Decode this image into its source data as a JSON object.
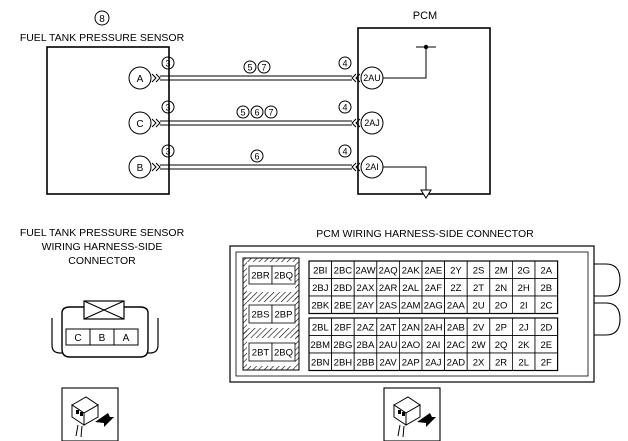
{
  "sensor": {
    "ref": "8",
    "title": "FUEL TANK PRESSURE SENSOR",
    "pins": [
      "A",
      "C",
      "B"
    ]
  },
  "pcm": {
    "title": "PCM",
    "pins": [
      "2AU",
      "2AJ",
      "2AI"
    ]
  },
  "wires": [
    {
      "left_ref": "3",
      "right_ref": "4",
      "mid_refs": [
        "5",
        "7"
      ]
    },
    {
      "left_ref": "3",
      "right_ref": "4",
      "mid_refs": [
        "5",
        "6",
        "7"
      ]
    },
    {
      "left_ref": "3",
      "right_ref": "4",
      "mid_refs": [
        "6"
      ]
    }
  ],
  "sensor_connector": {
    "title_lines": [
      "FUEL TANK PRESSURE SENSOR",
      "WIRING HARNESS-SIDE",
      "CONNECTOR"
    ],
    "pins": [
      "C",
      "B",
      "A"
    ]
  },
  "pcm_connector": {
    "title": "PCM WIRING HARNESS-SIDE CONNECTOR",
    "left_block": [
      [
        "2BR",
        "2BQ"
      ],
      [
        "2BS",
        "2BP"
      ],
      [
        "2BT",
        "2BQ"
      ]
    ],
    "grid": [
      [
        "2BI",
        "2BC",
        "2AW",
        "2AQ",
        "2AK",
        "2AE",
        "2Y",
        "2S",
        "2M",
        "2G",
        "2A"
      ],
      [
        "2BJ",
        "2BD",
        "2AX",
        "2AR",
        "2AL",
        "2AF",
        "2Z",
        "2T",
        "2N",
        "2H",
        "2B"
      ],
      [
        "2BK",
        "2BE",
        "2AY",
        "2AS",
        "2AM",
        "2AG",
        "2AA",
        "2U",
        "2O",
        "2I",
        "2C"
      ],
      [
        "2BL",
        "2BF",
        "2AZ",
        "2AT",
        "2AN",
        "2AH",
        "2AB",
        "2V",
        "2P",
        "2J",
        "2D"
      ],
      [
        "2BM",
        "2BG",
        "2BA",
        "2AU",
        "2AO",
        "2AI",
        "2AC",
        "2W",
        "2Q",
        "2K",
        "2E"
      ],
      [
        "2BN",
        "2BH",
        "2BB",
        "2AV",
        "2AP",
        "2AJ",
        "2AD",
        "2X",
        "2R",
        "2L",
        "2F"
      ]
    ]
  }
}
